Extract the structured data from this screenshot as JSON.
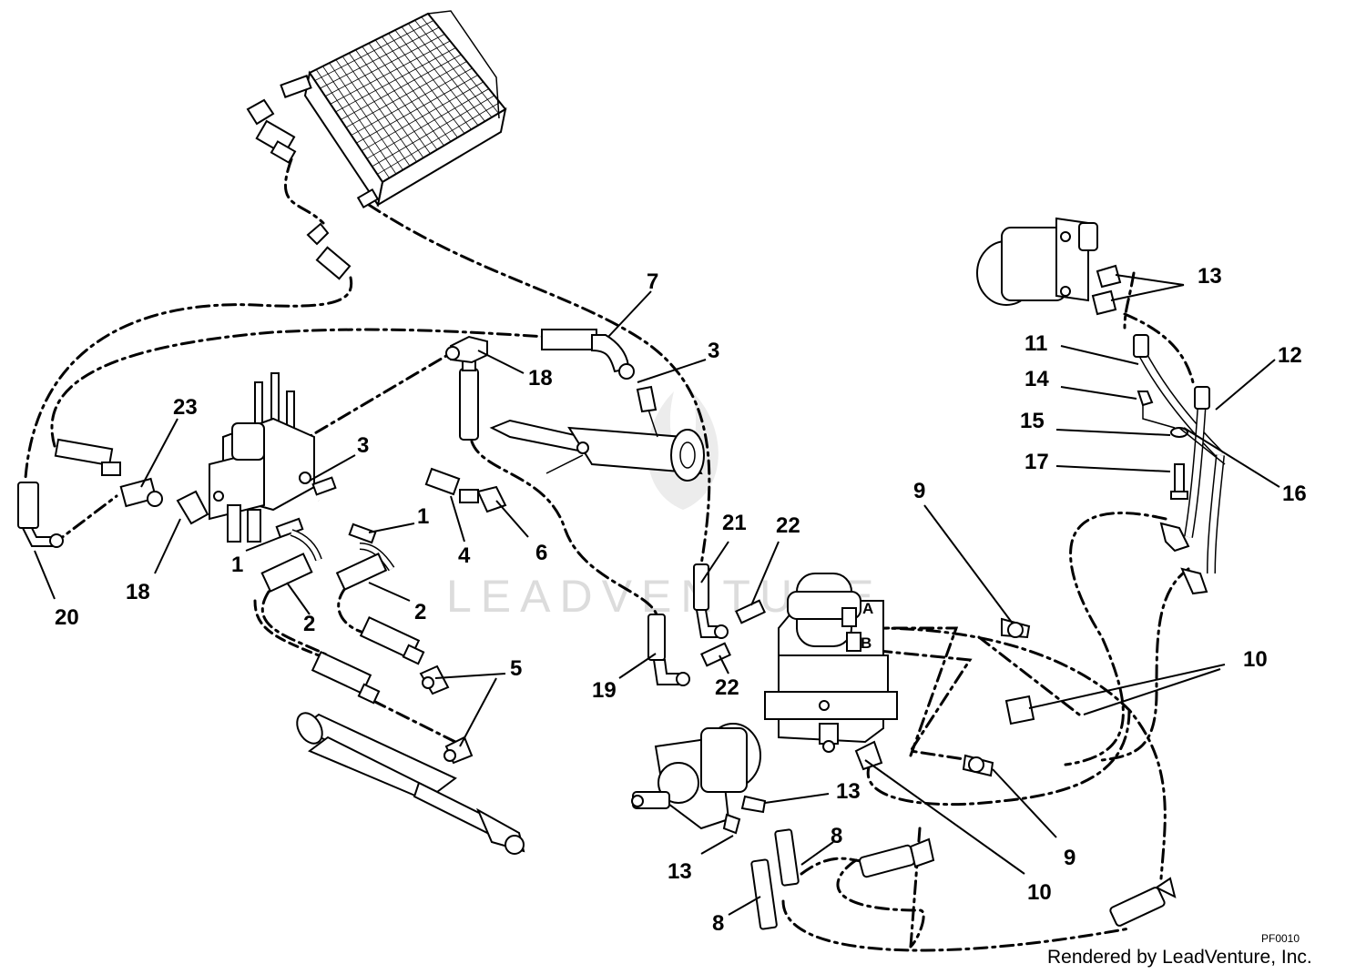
{
  "diagram": {
    "watermark_text": "LEADVENTURE",
    "credit": "Rendered by LeadVenture, Inc.",
    "figure_code": "PF0010",
    "port_a": "A",
    "port_b": "B",
    "callouts": {
      "c1a": "1",
      "c1b": "1",
      "c2a": "2",
      "c2b": "2",
      "c3a": "3",
      "c3b": "3",
      "c4": "4",
      "c5": "5",
      "c6": "6",
      "c7": "7",
      "c8a": "8",
      "c8b": "8",
      "c9a": "9",
      "c9b": "9",
      "c10a": "10",
      "c10b": "10",
      "c11": "11",
      "c12": "12",
      "c13a": "13",
      "c13b": "13",
      "c13c": "13",
      "c14": "14",
      "c15": "15",
      "c16": "16",
      "c17": "17",
      "c18a": "18",
      "c18b": "18",
      "c19": "19",
      "c20": "20",
      "c21": "21",
      "c22a": "22",
      "c22b": "22",
      "c23": "23"
    }
  }
}
